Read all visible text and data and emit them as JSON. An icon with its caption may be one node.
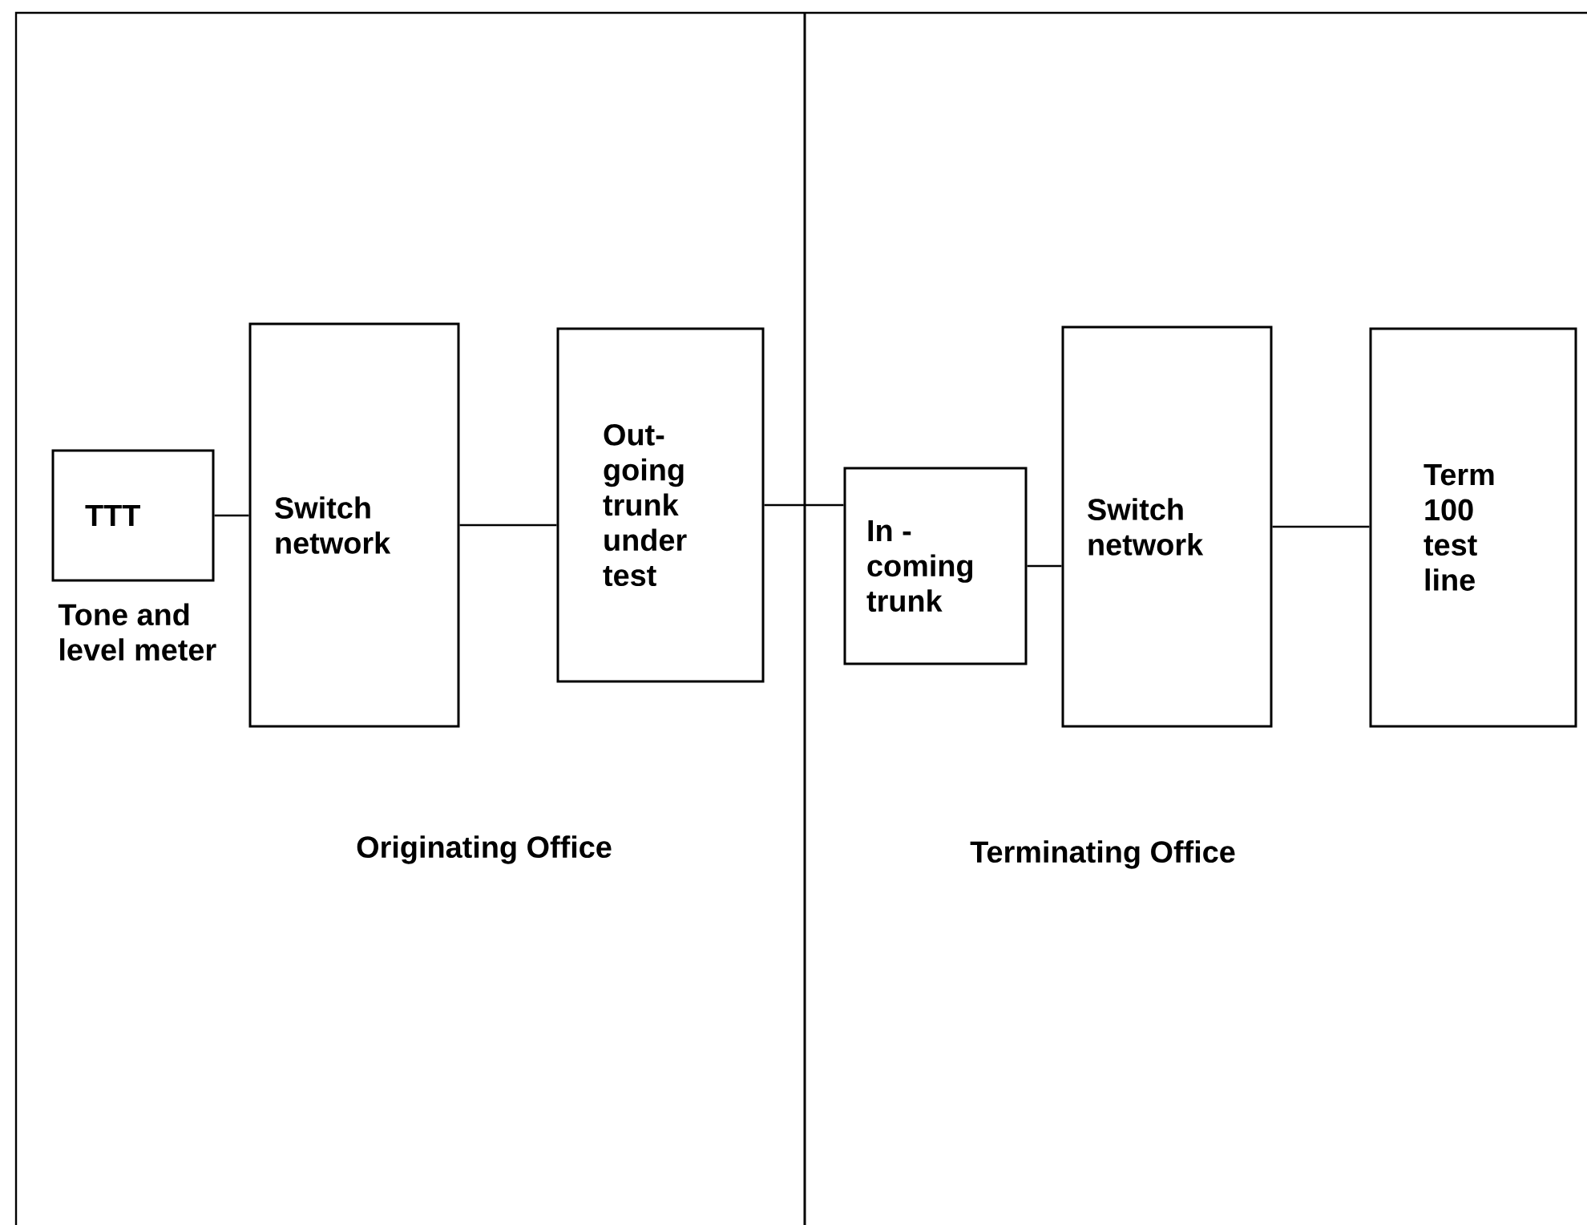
{
  "diagram": {
    "nodes": [
      {
        "text": [
          "TTT"
        ],
        "beside": [
          "Tone and level meter"
        ]
      },
      {
        "text": [
          "Switch network"
        ]
      },
      {
        "text": [
          "Out- going trunk under test"
        ]
      },
      {
        "text": [
          "In - coming trunk"
        ]
      },
      {
        "text": [
          "Switch network"
        ]
      },
      {
        "text": [
          "Term 100 test line"
        ]
      }
    ],
    "edges": [
      {
        "from": 0,
        "to": 1,
        "arrow": "none"
      },
      {
        "from": 1,
        "to": 2,
        "arrow": "none"
      },
      {
        "from": 2,
        "to": 3,
        "arrow": "none"
      },
      {
        "from": 3,
        "to": 4,
        "arrow": "none"
      },
      {
        "from": 4,
        "to": 5,
        "arrow": "none"
      }
    ],
    "labels": [
      "Originating Office",
      "Terminating Office"
    ]
  }
}
